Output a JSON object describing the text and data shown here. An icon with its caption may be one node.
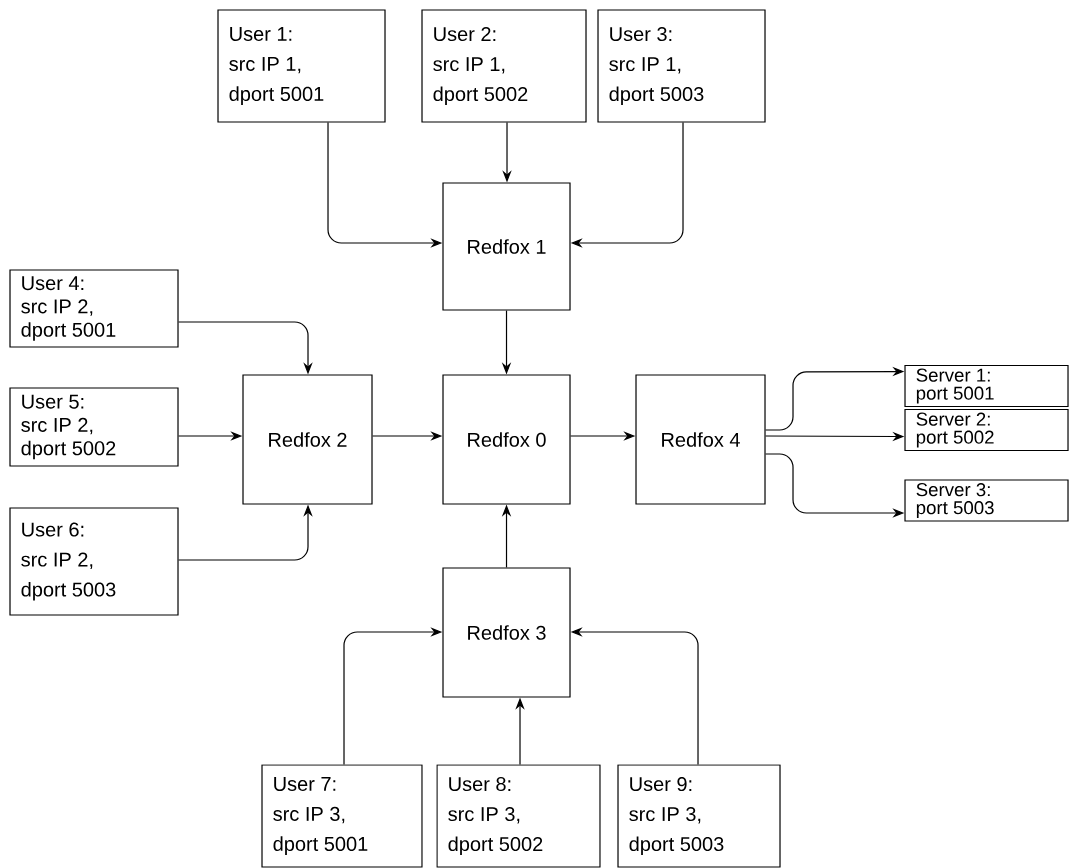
{
  "diagram": {
    "nodes": [
      {
        "text": [
          "User 1: src IP 1, dport 5001"
        ]
      },
      {
        "text": [
          "User 2: src IP 1, dport 5002"
        ]
      },
      {
        "text": [
          "User 3: src IP 1, dport 5003"
        ]
      },
      {
        "text": [
          "Redfox 1"
        ]
      },
      {
        "text": [
          "User 4: src IP 2, dport 5001"
        ]
      },
      {
        "text": [
          "User 5: src IP 2, dport 5002"
        ]
      },
      {
        "text": [
          "Redfox 2"
        ]
      },
      {
        "text": [
          "Redfox 0"
        ]
      },
      {
        "text": [
          "Redfox 4"
        ]
      },
      {
        "text": [
          "Server 1: port 5001"
        ]
      },
      {
        "text": [
          "Server 2: port 5002"
        ]
      },
      {
        "text": [
          "Server 3: port 5003"
        ]
      },
      {
        "text": [
          "User 6: src IP 2, dport 5003"
        ]
      },
      {
        "text": [
          "Redfox 3"
        ]
      },
      {
        "text": [
          "User 7: src IP 3, dport 5001"
        ]
      },
      {
        "text": [
          "User 8: src IP 3, dport 5002"
        ]
      },
      {
        "text": [
          "User 9: src IP 3, dport 5003"
        ]
      }
    ],
    "edges": [
      {
        "from": 0,
        "to": 3,
        "arrow": "to"
      },
      {
        "from": 1,
        "to": 3,
        "arrow": "to"
      },
      {
        "from": 2,
        "to": 3,
        "arrow": "to"
      },
      {
        "from": 3,
        "to": 7,
        "arrow": "to"
      },
      {
        "from": 4,
        "to": 6,
        "arrow": "to"
      },
      {
        "from": 5,
        "to": 6,
        "arrow": "to"
      },
      {
        "from": 12,
        "to": 6,
        "arrow": "to"
      },
      {
        "from": 6,
        "to": 7,
        "arrow": "to"
      },
      {
        "from": 13,
        "to": 7,
        "arrow": "to"
      },
      {
        "from": 7,
        "to": 8,
        "arrow": "to"
      },
      {
        "from": 8,
        "to": 9,
        "arrow": "to"
      },
      {
        "from": 8,
        "to": 10,
        "arrow": "to"
      },
      {
        "from": 8,
        "to": 11,
        "arrow": "to"
      },
      {
        "from": 14,
        "to": 13,
        "arrow": "to"
      },
      {
        "from": 15,
        "to": 13,
        "arrow": "to"
      },
      {
        "from": 16,
        "to": 13,
        "arrow": "to"
      }
    ]
  }
}
